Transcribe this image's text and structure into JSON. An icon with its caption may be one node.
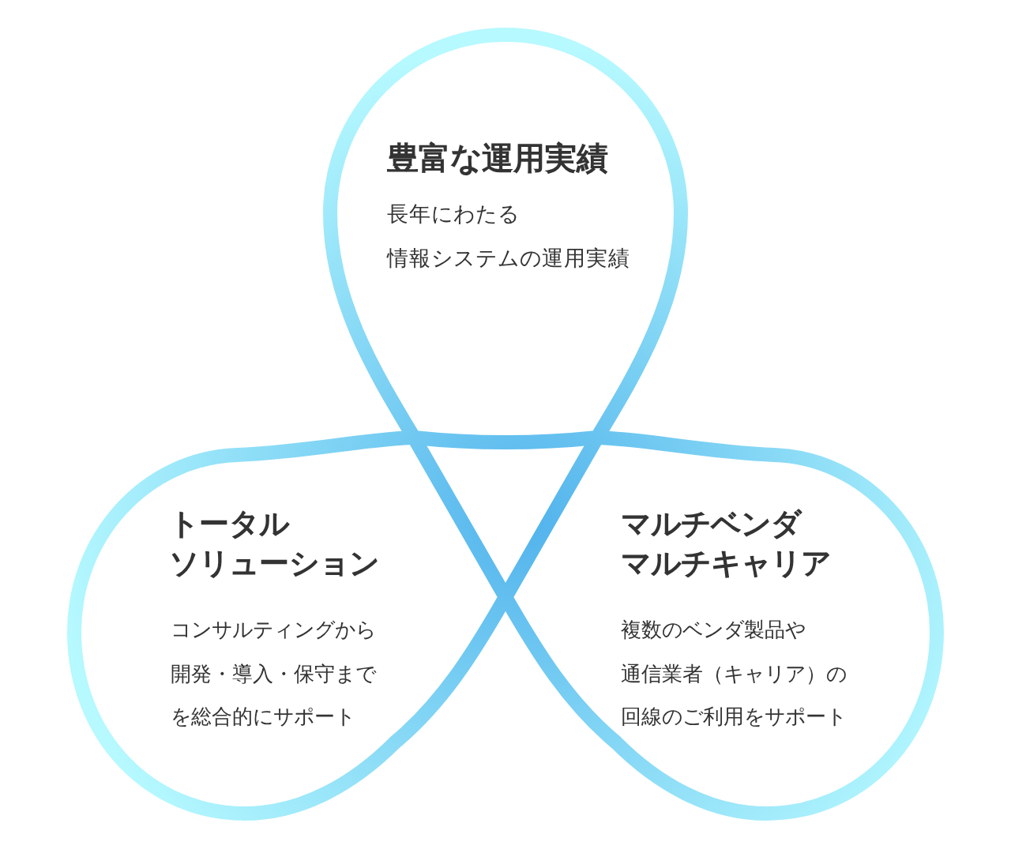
{
  "diagram": {
    "nodes": [
      {
        "text": [
          "豊富な運用実績",
          "長年にわたる情報システムの運用実績"
        ]
      },
      {
        "text": [
          "トータルソリューション",
          "コンサルティングから開発・導入・保守までを総合的にサポート"
        ]
      },
      {
        "text": [
          "マルチベンダマルチキャリア",
          "複数のベンダ製品や通信業者（キャリア）の回線のご利用をサポート"
        ]
      }
    ]
  }
}
